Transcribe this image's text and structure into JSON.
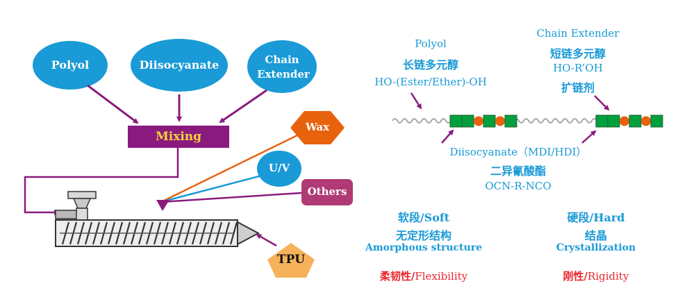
{
  "inputs": {
    "polyol": "Polyol",
    "diisocyanate": "Diisocyanate",
    "chain_extender_line1": "Chain",
    "chain_extender_line2": "Extender"
  },
  "mixing": "Mixing",
  "additives": {
    "wax": "Wax",
    "uv": "U/V",
    "others": "Others"
  },
  "product": "TPU",
  "colors": {
    "blue": "#1a9ad6",
    "purple": "#8b1a7e",
    "orange": "#e8620e",
    "pink": "#b03a74",
    "tpu": "#f6b25b",
    "green": "#00a03e",
    "red": "#e8262d"
  },
  "right": {
    "polyol_en": "Polyol",
    "polyol_cn": "长链多元醇",
    "polyol_formula": "HO-(Ester/Ether)-OH",
    "chain_en": "Chain Extender",
    "chain_cn": "短链多元醇",
    "chain_formula": "HO-R’OH",
    "chain_cn2": "扩链剂",
    "diiso_en": "Diisocyanate（MDI/HDI）",
    "diiso_cn": "二异氰酸酯",
    "diiso_formula": "OCN-R-NCO",
    "soft_title": "软段/Soft",
    "soft_cn": "无定形结构",
    "soft_en": "Amorphous structure",
    "soft_prop_cn": "柔韧性/",
    "soft_prop_en": "Flexibility",
    "hard_title": "硬段/Hard",
    "hard_cn": "结晶",
    "hard_en": "Crystallization",
    "hard_prop_cn": "刚性/",
    "hard_prop_en": "Rigidity"
  }
}
